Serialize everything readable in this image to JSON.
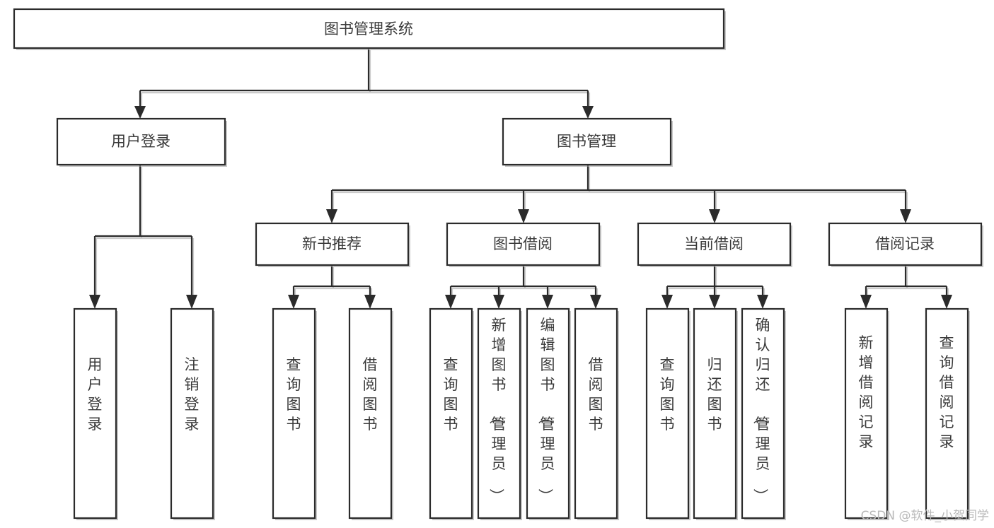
{
  "diagram": {
    "title": "图书管理系统",
    "type": "functional-structure-tree",
    "watermark": "CSDN @软件_小贺同学",
    "root": {
      "label": "图书管理系统",
      "id": "root"
    },
    "level2": [
      {
        "id": "user-login",
        "label": "用户登录"
      },
      {
        "id": "book-manage",
        "label": "图书管理"
      }
    ],
    "level3": [
      {
        "id": "new-book-recommend",
        "label": "新书推荐",
        "parent": "book-manage"
      },
      {
        "id": "book-borrow",
        "label": "图书借阅",
        "parent": "book-manage"
      },
      {
        "id": "current-borrow",
        "label": "当前借阅",
        "parent": "book-manage"
      },
      {
        "id": "borrow-record",
        "label": "借阅记录",
        "parent": "book-manage"
      }
    ],
    "leaves": [
      {
        "id": "leaf-user-login",
        "label": "用户登录",
        "parent": "user-login"
      },
      {
        "id": "leaf-user-logout",
        "label": "注销登录",
        "parent": "user-login"
      },
      {
        "id": "leaf-query-book-1",
        "label": "查询图书",
        "parent": "new-book-recommend"
      },
      {
        "id": "leaf-borrow-book-1",
        "label": "借阅图书",
        "parent": "new-book-recommend"
      },
      {
        "id": "leaf-query-book-2",
        "label": "查询图书",
        "parent": "book-borrow"
      },
      {
        "id": "leaf-add-book",
        "label": "新增图书（管理员）",
        "parent": "book-borrow"
      },
      {
        "id": "leaf-edit-book",
        "label": "编辑图书（管理员）",
        "parent": "book-borrow"
      },
      {
        "id": "leaf-borrow-book-2",
        "label": "借阅图书",
        "parent": "book-borrow"
      },
      {
        "id": "leaf-query-book-3",
        "label": "查询图书",
        "parent": "current-borrow"
      },
      {
        "id": "leaf-return-book",
        "label": "归还图书",
        "parent": "current-borrow"
      },
      {
        "id": "leaf-confirm-return",
        "label": "确认归还（管理员）",
        "parent": "current-borrow"
      },
      {
        "id": "leaf-add-record",
        "label": "新增借阅记录",
        "parent": "borrow-record"
      },
      {
        "id": "leaf-query-record",
        "label": "查询借阅记录",
        "parent": "borrow-record"
      }
    ],
    "colors": {
      "box_stroke": "#2b2b2b",
      "box_fill": "#ffffff",
      "text": "#3a3a3a",
      "watermark": "#b9b9b9",
      "background": "#ffffff"
    }
  }
}
